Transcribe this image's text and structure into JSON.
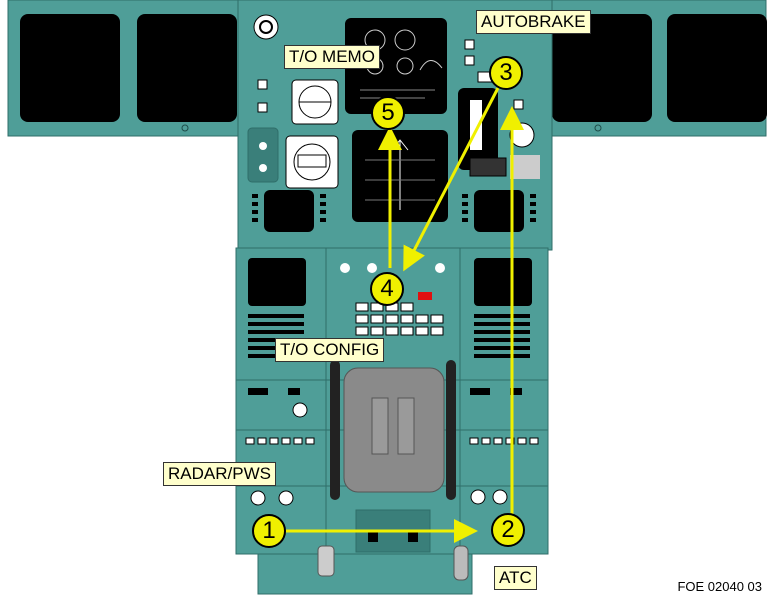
{
  "labels": {
    "to_memo": "T/O MEMO",
    "autobrake": "AUTOBRAKE",
    "to_config": "T/O CONFIG",
    "radar_pws": "RADAR/PWS",
    "atc": "ATC"
  },
  "steps": [
    "1",
    "2",
    "3",
    "4",
    "5"
  ],
  "reference": "FOE 02040 03",
  "colors": {
    "panel": "#4f9e98",
    "panel_dark": "#3a7f7a",
    "screen": "#000000",
    "callout_fill": "#ffffcc",
    "marker_fill": "#f0f000",
    "arrow": "#f0f000"
  }
}
